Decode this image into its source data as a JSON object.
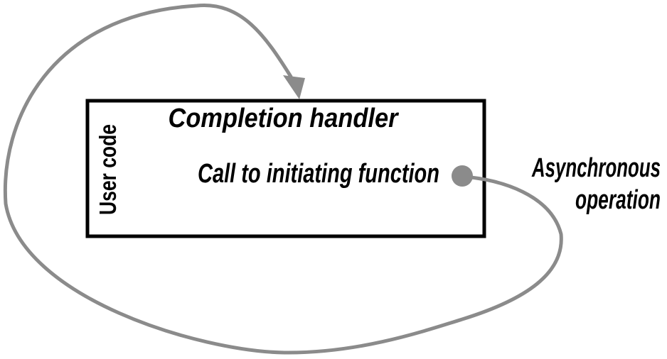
{
  "diagram": {
    "title_hint": "Asynchronous operation flow",
    "user_code_box": {
      "side_label": "User code",
      "completion_handler_label": "Completion handler",
      "initiating_call_label": "Call to initiating function"
    },
    "async_label": {
      "line1": "Asynchronous",
      "line2": "operation"
    },
    "colors": {
      "arrow_gray": "#8b8b8b",
      "box_border": "#000000",
      "text": "#000000",
      "background": "#ffffff"
    }
  }
}
